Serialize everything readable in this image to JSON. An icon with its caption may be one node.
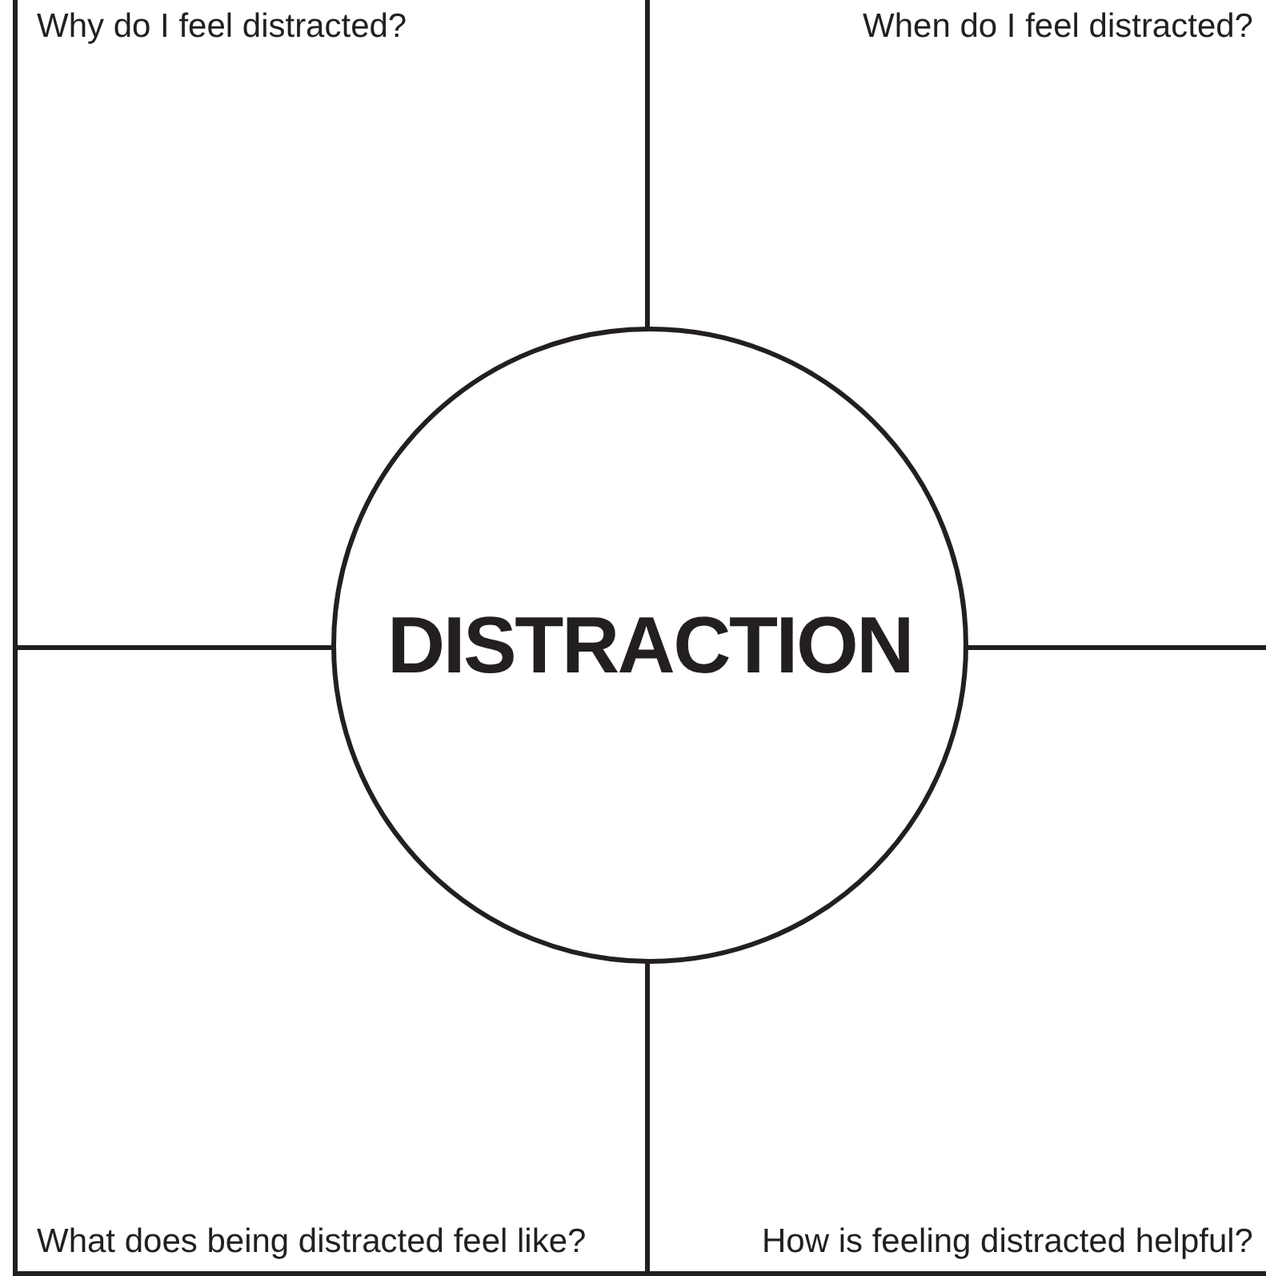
{
  "diagram": {
    "nodes": [
      {
        "text": [
          "Why do I feel distracted?"
        ]
      },
      {
        "text": [
          "When do I feel distracted?"
        ]
      },
      {
        "text": [
          "DISTRACTION"
        ]
      },
      {
        "text": [
          "What does being distracted feel like?"
        ]
      },
      {
        "text": [
          "How is feeling distracted helpful?"
        ]
      }
    ],
    "edges": []
  }
}
